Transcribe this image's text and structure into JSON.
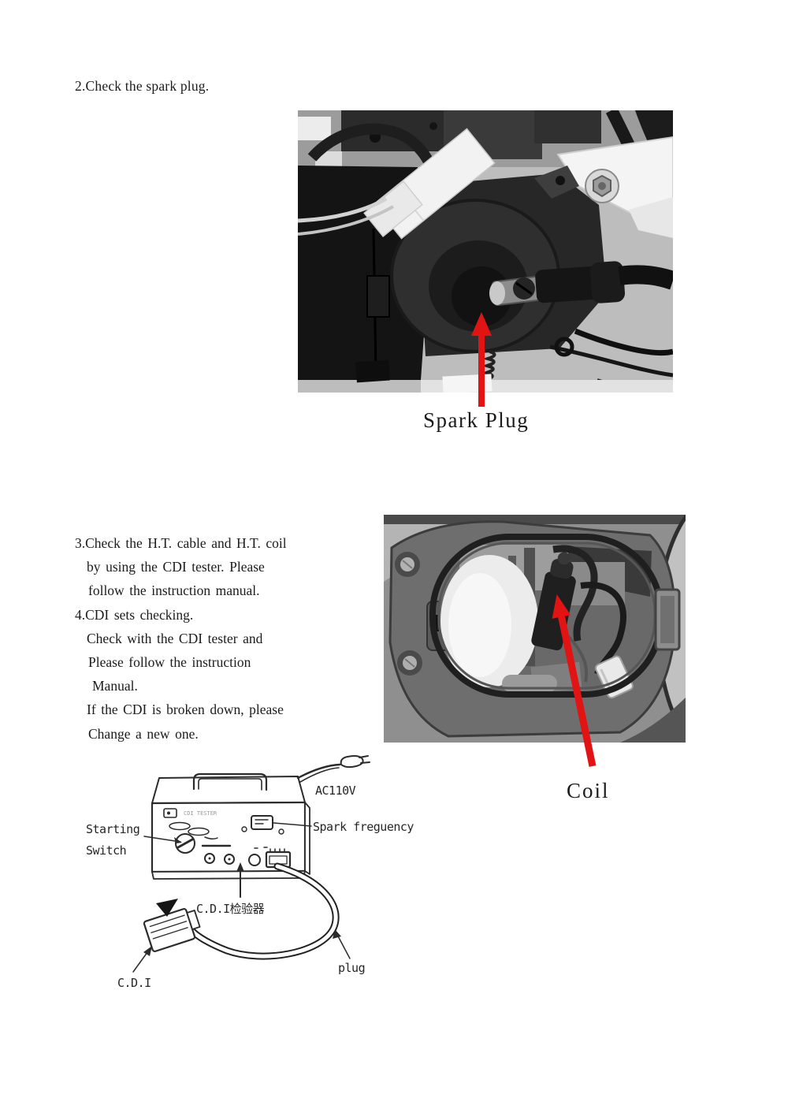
{
  "captions": {
    "step2": "2.Check the spark plug.",
    "spark_plug": "Spark Plug",
    "coil": "Coil"
  },
  "instructions": {
    "lines": [
      "3.Check the H.T. cable and H.T. coil",
      "by using the CDI tester. Please",
      "follow the instruction manual.",
      "4.CDI sets checking.",
      "Check with the CDI tester and",
      "Please follow the instruction",
      "Manual.",
      "If the CDI is broken down, please",
      "Change a new one."
    ]
  },
  "diagram": {
    "power_label": "AC110V",
    "switch_label_line1": "Starting",
    "switch_label_line2": "Switch",
    "spark_frequency_label": "Spark freguency",
    "tester_label": "C.D.I检验器",
    "panel_text": "CDI TESTER",
    "cdi_label": "C.D.I",
    "plug_label": "plug"
  },
  "colors": {
    "arrow_red": "#e21313"
  }
}
